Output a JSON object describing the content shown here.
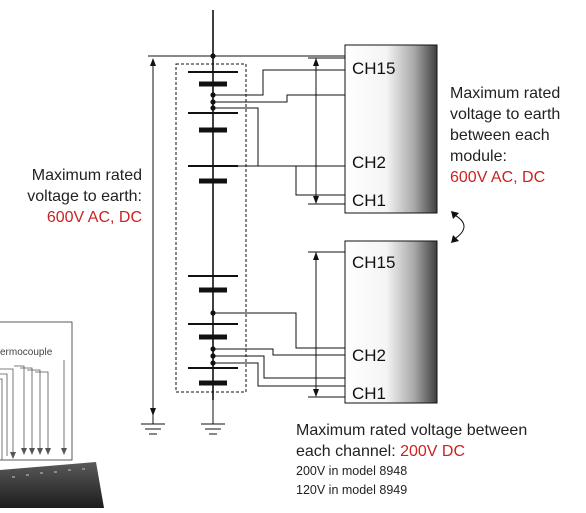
{
  "colors": {
    "accent_red": "#cc2222",
    "text": "#222222",
    "line": "#111111"
  },
  "module_top": {
    "ch_top": "CH15",
    "ch_mid": "CH2",
    "ch_bot": "CH1"
  },
  "module_bottom": {
    "ch_top": "CH15",
    "ch_mid": "CH2",
    "ch_bot": "CH1"
  },
  "earth_note": {
    "line1": "Maximum rated",
    "line2": "voltage to earth:",
    "value": "600V AC, DC"
  },
  "module_note": {
    "line1": "Maximum rated",
    "line2": "voltage to earth",
    "line3": "between each",
    "line4": "module:",
    "value": "600V AC, DC"
  },
  "channel_note": {
    "line1": "Maximum rated voltage between",
    "line2_prefix": "each channel: ",
    "value": "200V DC",
    "model_a": "200V in model 8948",
    "model_b": "120V in model 8949"
  },
  "inset": {
    "label": "ermocouple"
  },
  "icons": [
    "ground-icon",
    "battery-symbol",
    "double-arrow-icon"
  ]
}
